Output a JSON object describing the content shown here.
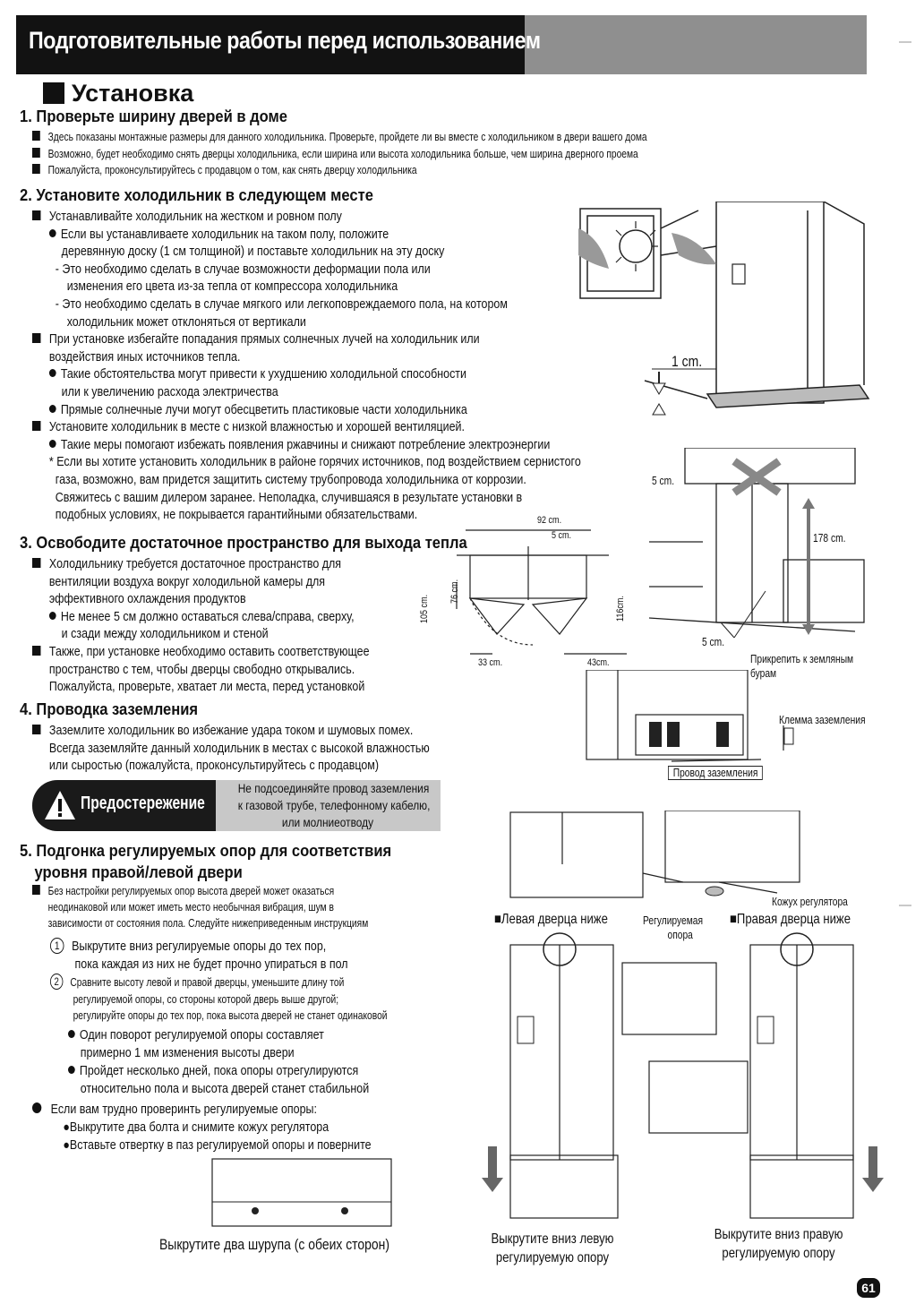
{
  "header": {
    "title": "Подготовительные работы перед использованием"
  },
  "section": {
    "title": "Установка"
  },
  "s1": {
    "title": "1. Проверьте  ширину дверей в доме",
    "items": [
      "Здесь показаны монтажные размеры для данного холодильника. Проверьте, пройдете ли вы вместе с холодильником в двери вашего дома",
      "Возможно, будет необходимо снять дверцы холодильника, если ширина или высота холодильника больше, чем ширина дверного проема",
      "Пожалуйста, проконсультируйтесь с продавцом о том, как снять дверцу холодильника"
    ]
  },
  "s2": {
    "title": "2. Установите холодильник в следующем месте",
    "l1": "Устанавливайте холодильник на жестком и ровном полу",
    "l2": "Если вы устанавливаете холодильник на таком полу, положите",
    "l3": "деревянную доску (1 см толщиной) и поставьте холодильник на эту доску",
    "l4": "- Это необходимо сделать в случае возможности деформации пола или",
    "l5": "изменения его цвета из-за тепла от компрессора холодильника",
    "l6": "- Это необходимо сделать в случае мягкого или легкоповреждаемого пола, на котором",
    "l7": "холодильник может отклоняться от вертикали",
    "l8": "При установке избегайте попадания прямых солнечных лучей на холодильник или",
    "l9": "воздействия иных источников тепла.",
    "l10": "Такие обстоятельства могут привести к ухудшению холодильной способности",
    "l11": "или к увеличению расхода электричества",
    "l12": "Прямые солнечные лучи могут обесцветить пластиковые части холодильника",
    "l13": "Установите холодильник в месте с низкой влажностью и хорошей вентиляцией.",
    "l14": "Такие меры помогают избежать появления ржавчины и снижают потребление электроэнергии",
    "l15": "* Если вы хотите установить холодильник в районе горячих источников, под воздействием сернистого",
    "l16": "газа, возможно, вам придется защитить систему трубопровода холодильника от коррозии.",
    "l17": "Свяжитесь с вашим дилером заранее. Неполадка, случившаяся в результате установки в",
    "l18": "подобных условиях, не покрывается гарантийными обязательствами."
  },
  "s3": {
    "title": "3. Освободите достаточное пространство для выхода тепла",
    "l1": "Холодильнику требуется достаточное пространство для",
    "l2": "вентиляции воздуха вокруг холодильной камеры для",
    "l3": "эффективного охлаждения продуктов",
    "l4": "Не менее 5 см должно оставаться слева/справа, сверху,",
    "l5": "и сзади между холодильником и стеной",
    "l6": "Также, при установке необходимо оставить соответствующее",
    "l7": "пространство с тем, чтобы дверцы свободно открывались.",
    "l8": "Пожалуйста, проверьте, хватает ли места, перед установкой"
  },
  "s4": {
    "title": "4. Проводка заземления",
    "l1": "Заземлите холодильник во избежание удара током и шумовых помех.",
    "l2": "Всегда заземляйте данный холодильник в местах с высокой влажностью",
    "l3": "или сыростью (пожалуйста, проконсультируйтесь с продавцом)"
  },
  "warning": {
    "label": "Предостережение",
    "l1": "Не подсоединяйте провод заземления",
    "l2": "к газовой трубе, телефонному кабелю,",
    "l3": "или молниеотводу"
  },
  "s5": {
    "title1": "5. Подгонка регулируемых опор для соответствия",
    "title2": "уровня правой/левой двери",
    "l1": "Без настройки регулируемых опор высота дверей может оказаться",
    "l2": "неодинаковой или может иметь место необычная вибрация, шум в",
    "l3": "зависимости от состояния пола. Следуйте нижеприведенным инструкциям",
    "n1": "1",
    "l4": "Выкрутите вниз регулируемые опоры до тех пор,",
    "l5": "пока каждая из них не будет прочно упираться в пол",
    "n2": "2",
    "l6": "Сравните высоту левой и правой дверцы, уменьшите длину той",
    "l7": "регулируемой опоры, со стороны которой дверь выше другой;",
    "l8": "регулируйте опоры до тех пор, пока высота дверей не станет одинаковой",
    "l9": "Один поворот регулируемой опоры составляет",
    "l10": "примерно 1 мм изменения высоты двери",
    "l11": "Пройдет несколько дней, пока опоры отрегулируются",
    "l12": "относительно пола и высота дверей станет стабильной",
    "l13": "Если вам трудно проверинть регулируемые опоры:",
    "l14": "●Выкрутите два болта и снимите кожух регулятора",
    "l15": "●Вставьте отвертку в паз регулируемой опоры и поверните"
  },
  "figures": {
    "one_cm": "1 cm.",
    "five_cm_top": "5 cm.",
    "h178": "178 cm.",
    "five_cm_bottom": "5 cm.",
    "attach": "Прикрепить к земляным",
    "attach2": "бурам",
    "w92": "92 cm.",
    "w5": "5 cm.",
    "d76": "76 cm.",
    "d105": "105 cm.",
    "d116": "116cm.",
    "d33": "33 cm.",
    "d43": "43cm.",
    "ground_terminal": "Клемма заземления",
    "ground_wire": "Провод заземления",
    "regulator_cover": "Кожух регулятора",
    "left_door_lower": "■Левая дверца ниже",
    "adjustable": "Регулируемая",
    "support": "опора",
    "right_door_lower": "■Правая дверца ниже",
    "cap_screws": "Выкрутите два шурупа (с обеих сторон)",
    "cap_left1": "Выкрутите вниз левую",
    "cap_left2": "регулируемую опору",
    "cap_right1": "Выкрутите вниз правую",
    "cap_right2": "регулируемую опору"
  },
  "page": {
    "number": "61"
  }
}
